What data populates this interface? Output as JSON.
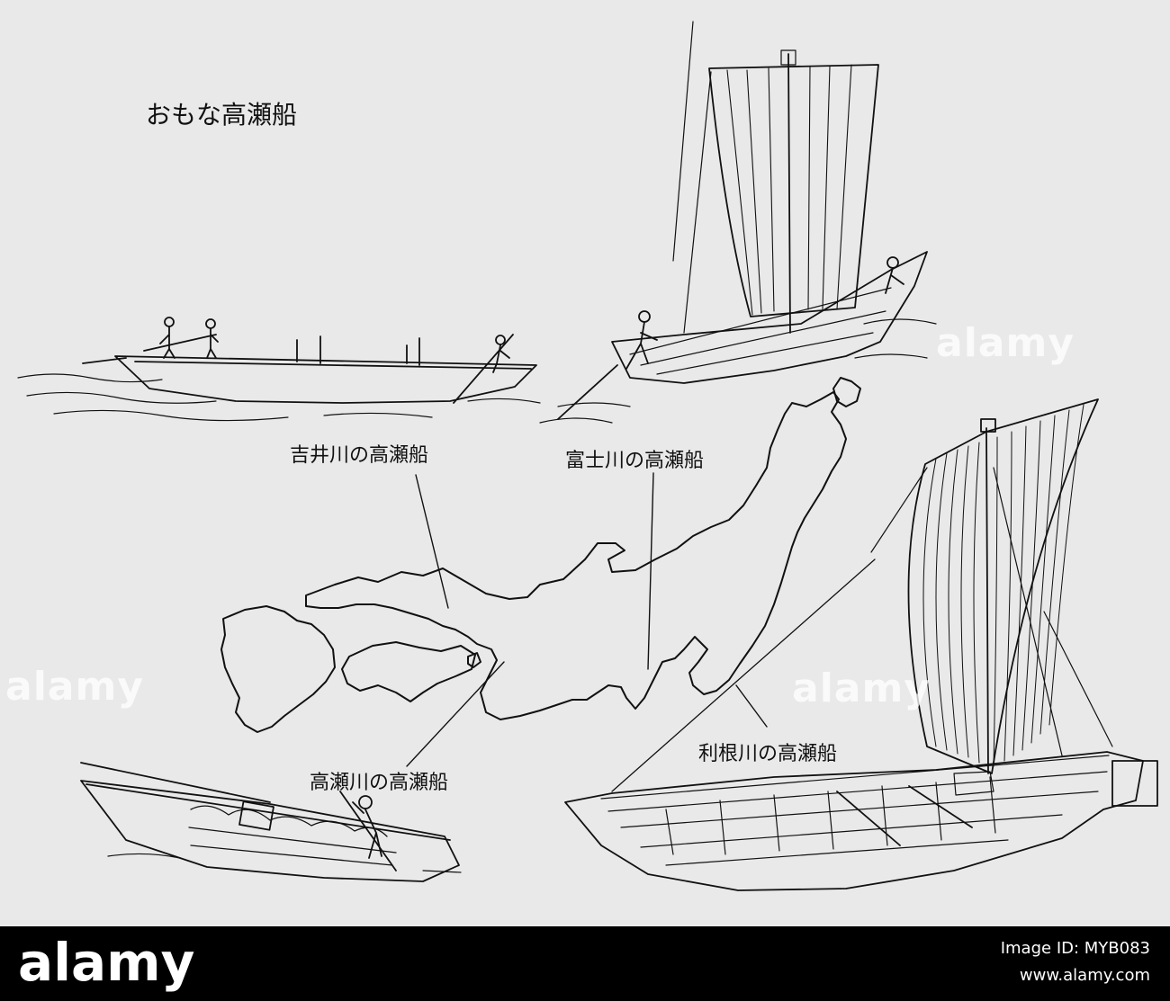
{
  "title": "おもな高瀬船",
  "labels": {
    "yoshii": "吉井川の高瀬船",
    "fuji": "富士川の高瀬船",
    "takase": "高瀬川の高瀬船",
    "tone": "利根川の高瀬船"
  },
  "watermark": "alamy",
  "footer": {
    "logo": "alamy",
    "image_id": "Image ID: MYB083",
    "site": "www.alamy.com"
  },
  "colors": {
    "paper": "#e9e9e9",
    "ink": "#111111",
    "footer": "#000000"
  }
}
